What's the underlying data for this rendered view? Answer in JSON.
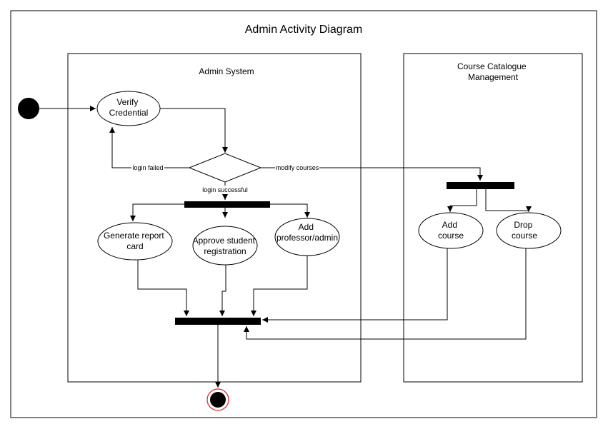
{
  "title": "Admin Activity Diagram",
  "lanes": {
    "admin": "Admin System",
    "course_line1": "Course Catalogue",
    "course_line2": "Management"
  },
  "nodes": {
    "verify": [
      "Verify",
      "Credential"
    ],
    "generate": [
      "Generate report",
      "card"
    ],
    "approve": [
      "Approve student",
      "registration"
    ],
    "add_prof": [
      "Add",
      "professor/admin"
    ],
    "add_course": [
      "Add",
      "course"
    ],
    "drop_course": [
      "Drop",
      "course"
    ]
  },
  "edges": {
    "login_failed": "login failed",
    "modify": "modify courses",
    "login_success": "login successful"
  },
  "colors": {
    "line": "#000000",
    "bar": "#000000",
    "end_ring": "#e0201e"
  }
}
